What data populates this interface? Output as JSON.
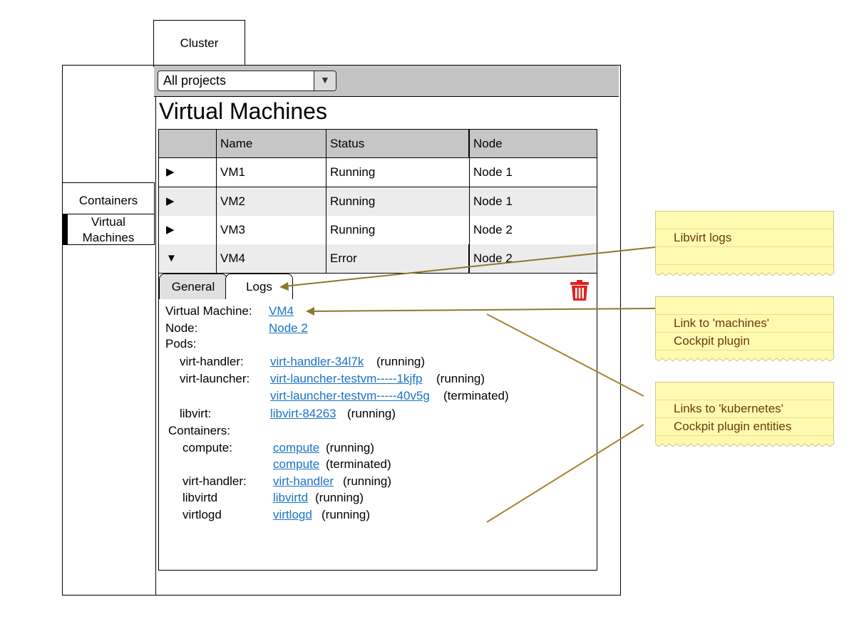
{
  "cluster_tab": "Cluster",
  "sidebar": {
    "items": [
      {
        "label": "Containers"
      },
      {
        "label_line1": "Virtual",
        "label_line2": "Machines"
      }
    ]
  },
  "toolbar": {
    "project_select": "All projects",
    "dropdown_glyph": "▼"
  },
  "page": {
    "title": "Virtual Machines"
  },
  "table": {
    "headers": [
      "",
      "Name",
      "Status",
      "Node"
    ],
    "rows": [
      {
        "toggle": "▶",
        "name": "VM1",
        "status": "Running",
        "node": "Node 1"
      },
      {
        "toggle": "▶",
        "name": "VM2",
        "status": "Running",
        "node": "Node 1"
      },
      {
        "toggle": "▶",
        "name": "VM3",
        "status": "Running",
        "node": "Node 2"
      },
      {
        "toggle": "▼",
        "name": "VM4",
        "status": "Error",
        "node": "Node 2"
      }
    ]
  },
  "detail": {
    "tabs": [
      "General",
      "Logs"
    ],
    "labels": {
      "vm": "Virtual Machine:",
      "node": "Node:",
      "pods": "Pods:",
      "virt_handler": "virt-handler:",
      "virt_launcher": "virt-launcher:",
      "libvirt": "libvirt:",
      "containers": "Containers:",
      "compute": "compute:",
      "c_virt_handler": "virt-handler:",
      "libvirtd": "libvirtd",
      "virtlogd": "virtlogd"
    },
    "links": {
      "vm": "VM4",
      "node": "Node 2",
      "virt_handler": "virt-handler-34l7k",
      "virt_launcher_1": "virt-launcher-testvm-----1kjfp",
      "virt_launcher_2": "virt-launcher-testvm-----40v5g",
      "libvirt": "libvirt-84263",
      "compute_1": "compute",
      "compute_2": "compute",
      "c_virt_handler": "virt-handler",
      "libvirtd": "libvirtd",
      "virtlogd": "virtlogd"
    },
    "states": {
      "virt_handler": "(running)",
      "virt_launcher_1": "(running)",
      "virt_launcher_2": "(terminated)",
      "libvirt": "(running)",
      "compute_1": "(running)",
      "compute_2": "(terminated)",
      "c_virt_handler": "(running)",
      "libvirtd": "(running)",
      "virtlogd": "(running)"
    }
  },
  "notes": [
    {
      "line1": "Libvirt logs"
    },
    {
      "line1": "Link to 'machines'",
      "line2": "Cockpit plugin"
    },
    {
      "line1": "Links to 'kubernetes'",
      "line2": "Cockpit plugin entities"
    }
  ],
  "colors": {
    "link": "#1a73c8",
    "note_bg": "#fffab0",
    "note_text": "#6b3a08",
    "connector": "#8a7a2c",
    "delete": "#e02020"
  }
}
